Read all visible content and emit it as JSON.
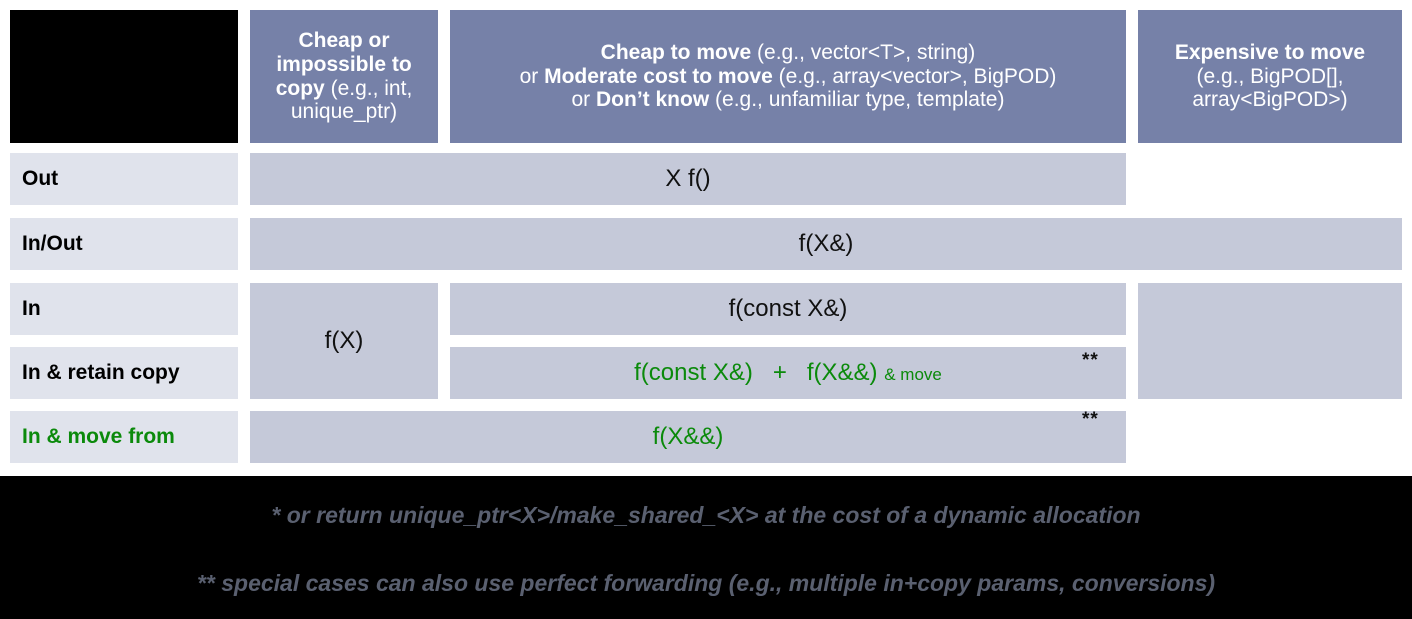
{
  "title": "C++ Parameter Passing Guidelines Table",
  "colors": {
    "header_bg": "#7681A8",
    "header_text": "#FFFFFF",
    "row_label_bg": "#E0E3EC",
    "body_cell_bg": "#C5C9D9",
    "green": "#0B8A0B",
    "footnote_text": "#5A6070",
    "page_bg": "#000000",
    "table_bg": "#FFFFFF"
  },
  "header": {
    "corner": "",
    "columns": [
      {
        "id": "cheap-or-impossible-to-copy",
        "bold_lead": "Cheap or impossible to copy",
        "examples": "(e.g., int, unique_ptr)",
        "full_text": "Cheap or impossible to copy (e.g., int, unique_ptr)"
      },
      {
        "id": "cheap-to-move",
        "line1_bold": "Cheap to move",
        "line1_rest": "(e.g., vector<T>, string)",
        "line2_prefix": "or ",
        "line2_bold": "Moderate cost to move",
        "line2_rest": "(e.g., array<vector>, BigPOD)",
        "line3_prefix": "or ",
        "line3_bold": "Don’t know",
        "line3_rest": "(e.g., unfamiliar type, template)"
      },
      {
        "id": "expensive-to-move",
        "bold_lead": "Expensive to move",
        "examples_line1": "(e.g., BigPOD[],",
        "examples_line2": "array<BigPOD>)",
        "full_text": "Expensive to move (e.g., BigPOD[], array<BigPOD>)"
      }
    ]
  },
  "rows": [
    {
      "id": "out",
      "label": "Out",
      "label_green": false,
      "value": "X f()",
      "value_green": false,
      "star": ""
    },
    {
      "id": "in-out",
      "label": "In/Out",
      "label_green": false,
      "value": "f(X&)",
      "value_green": false,
      "star": ""
    },
    {
      "id": "in",
      "label": "In",
      "label_green": false,
      "value": "f(const X&)",
      "value_green": false,
      "star": ""
    },
    {
      "id": "in-retain-copy",
      "label": "In & retain copy",
      "label_green": false,
      "value": "",
      "value_green": true,
      "star": "**"
    },
    {
      "id": "in-move-from",
      "label": "In & move from",
      "label_green": true,
      "value": "f(X&&)",
      "value_green": true,
      "star": "**"
    }
  ],
  "cells": {
    "cheap_copy_span": "f(X)",
    "retain_copy": {
      "part1": "f(const X&)",
      "plus": "+",
      "part2": "f(X&&)",
      "part3": "& move"
    },
    "star_retain": "**",
    "star_move": "**"
  },
  "footnotes": [
    "* or return unique_ptr<X>/make_shared_<X> at the cost of a dynamic allocation",
    "** special cases can also use perfect forwarding (e.g., multiple in+copy params, conversions)"
  ]
}
